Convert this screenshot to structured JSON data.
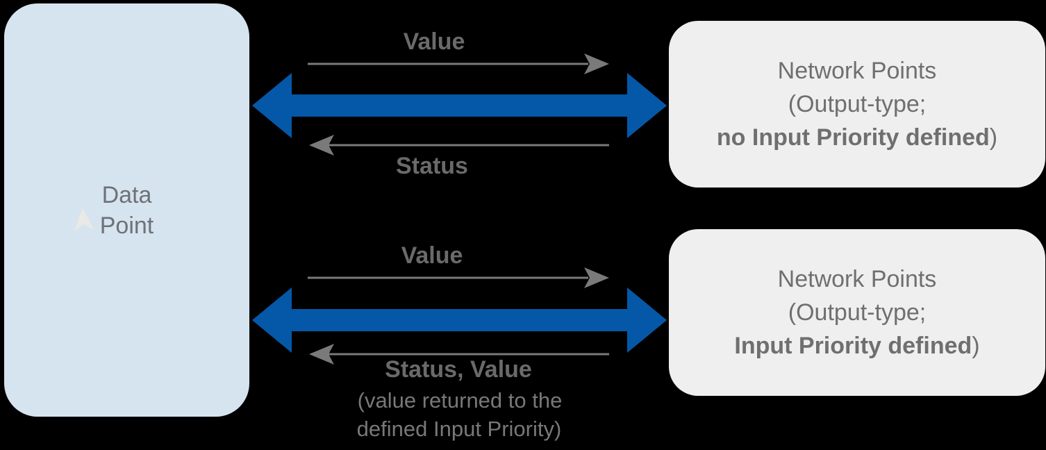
{
  "colors": {
    "background": "#000000",
    "data_point_box_bg": "#d6e4f0",
    "network_box_bg": "#efefef",
    "arrow_blue": "#0558a7",
    "thin_arrow_gray": "#7a7a7a",
    "label_gray": "#6a6a6a",
    "box_text_gray": "#6f6f6f",
    "data_point_text_gray": "#6e7277",
    "note_gray": "#787878",
    "cursor_beige": "#e9e9e6"
  },
  "icons": {
    "exchange_arrow": "thick-blue-double-headed-arrow",
    "forward_arrow": "thin-gray-right-arrow",
    "return_arrow": "thin-gray-left-arrow",
    "cursor": "light-up-pointer"
  },
  "data_point": {
    "line1": "Data",
    "line2": "Point"
  },
  "top_connection": {
    "forward_label": "Value",
    "return_label": "Status",
    "network_box": {
      "line1": "Network Points",
      "line2": "(Output-type;",
      "line3_bold": "no Input Priority defined",
      "line3_close": ")"
    }
  },
  "bottom_connection": {
    "forward_label": "Value",
    "return_label": "Status, Value",
    "return_note_line1": "(value returned to the",
    "return_note_line2": "defined Input Priority)",
    "network_box": {
      "line1": "Network Points",
      "line2": "(Output-type;",
      "line3_bold": "Input Priority defined",
      "line3_close": ")"
    }
  }
}
